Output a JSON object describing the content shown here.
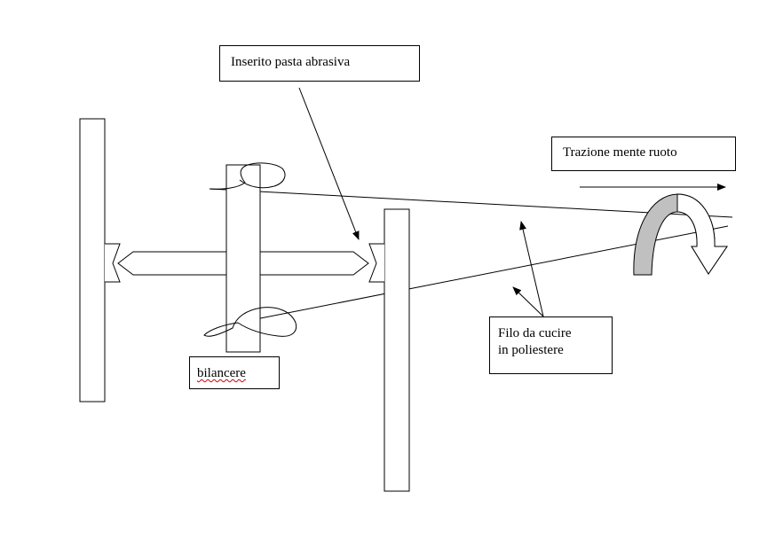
{
  "labels": {
    "inserito": "Inserito pasta abrasiva",
    "trazione": "Trazione mente ruoto",
    "filo_line1": "Filo da cucire",
    "filo_line2": "in poliestere",
    "bilancere": "bilancere"
  },
  "colors": {
    "stroke": "#000000",
    "wheel_fill": "#c0c0c0",
    "spellcheck_underline": "#d00000"
  }
}
